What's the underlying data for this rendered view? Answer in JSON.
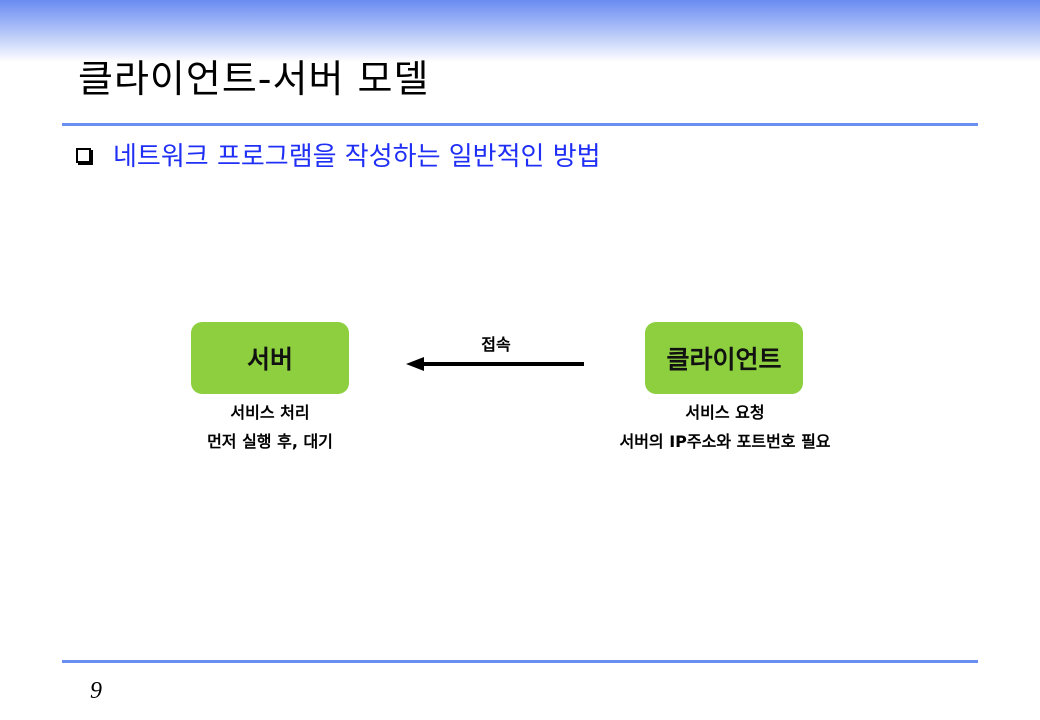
{
  "slide": {
    "title": "클라이언트-서버 모델",
    "bullet": "네트워크 프로그램을 작성하는 일반적인 방법",
    "page_number": "9"
  },
  "diagram": {
    "server": {
      "label": "서버",
      "caption_line1": "서비스 처리",
      "caption_line2": "먼저 실행 후, 대기"
    },
    "client": {
      "label": "클라이언트",
      "caption_line1": "서비스 요청",
      "caption_line2": "서버의 IP주소와 포트번호 필요"
    },
    "arrow_label": "접속"
  },
  "colors": {
    "accent_rule": "#6b8ff0",
    "bullet_text": "#1f2ff5",
    "node_fill": "#8dcf3f"
  }
}
